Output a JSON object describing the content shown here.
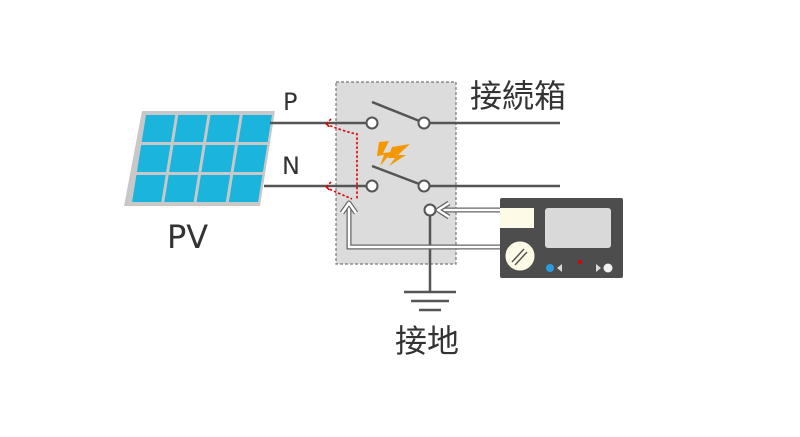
{
  "labels": {
    "p_terminal": "P",
    "n_terminal": "N",
    "pv": "PV",
    "junction_box": "接続箱",
    "ground": "接地"
  },
  "colors": {
    "panel_cell": "#1ab4dc",
    "panel_frame": "#c8c8c8",
    "wire": "#555555",
    "box_fill": "#dcdcdc",
    "box_border": "#777777",
    "fault_path": "#e00000",
    "spark": "#f39800",
    "tester_body": "#4d4d4d",
    "tester_screen": "#d9d9d9",
    "tester_probe_port": "#fdfbe8",
    "tester_dial": "#fdfbe8",
    "tester_led_blue": "#2b9be0",
    "tester_led_red": "#e00000"
  },
  "icons": {
    "solar_panel": "solar-panel-icon",
    "switch": "disconnect-switch-icon",
    "spark": "lightning-spark-icon",
    "ground": "ground-symbol-icon",
    "tester": "insulation-tester-icon"
  }
}
